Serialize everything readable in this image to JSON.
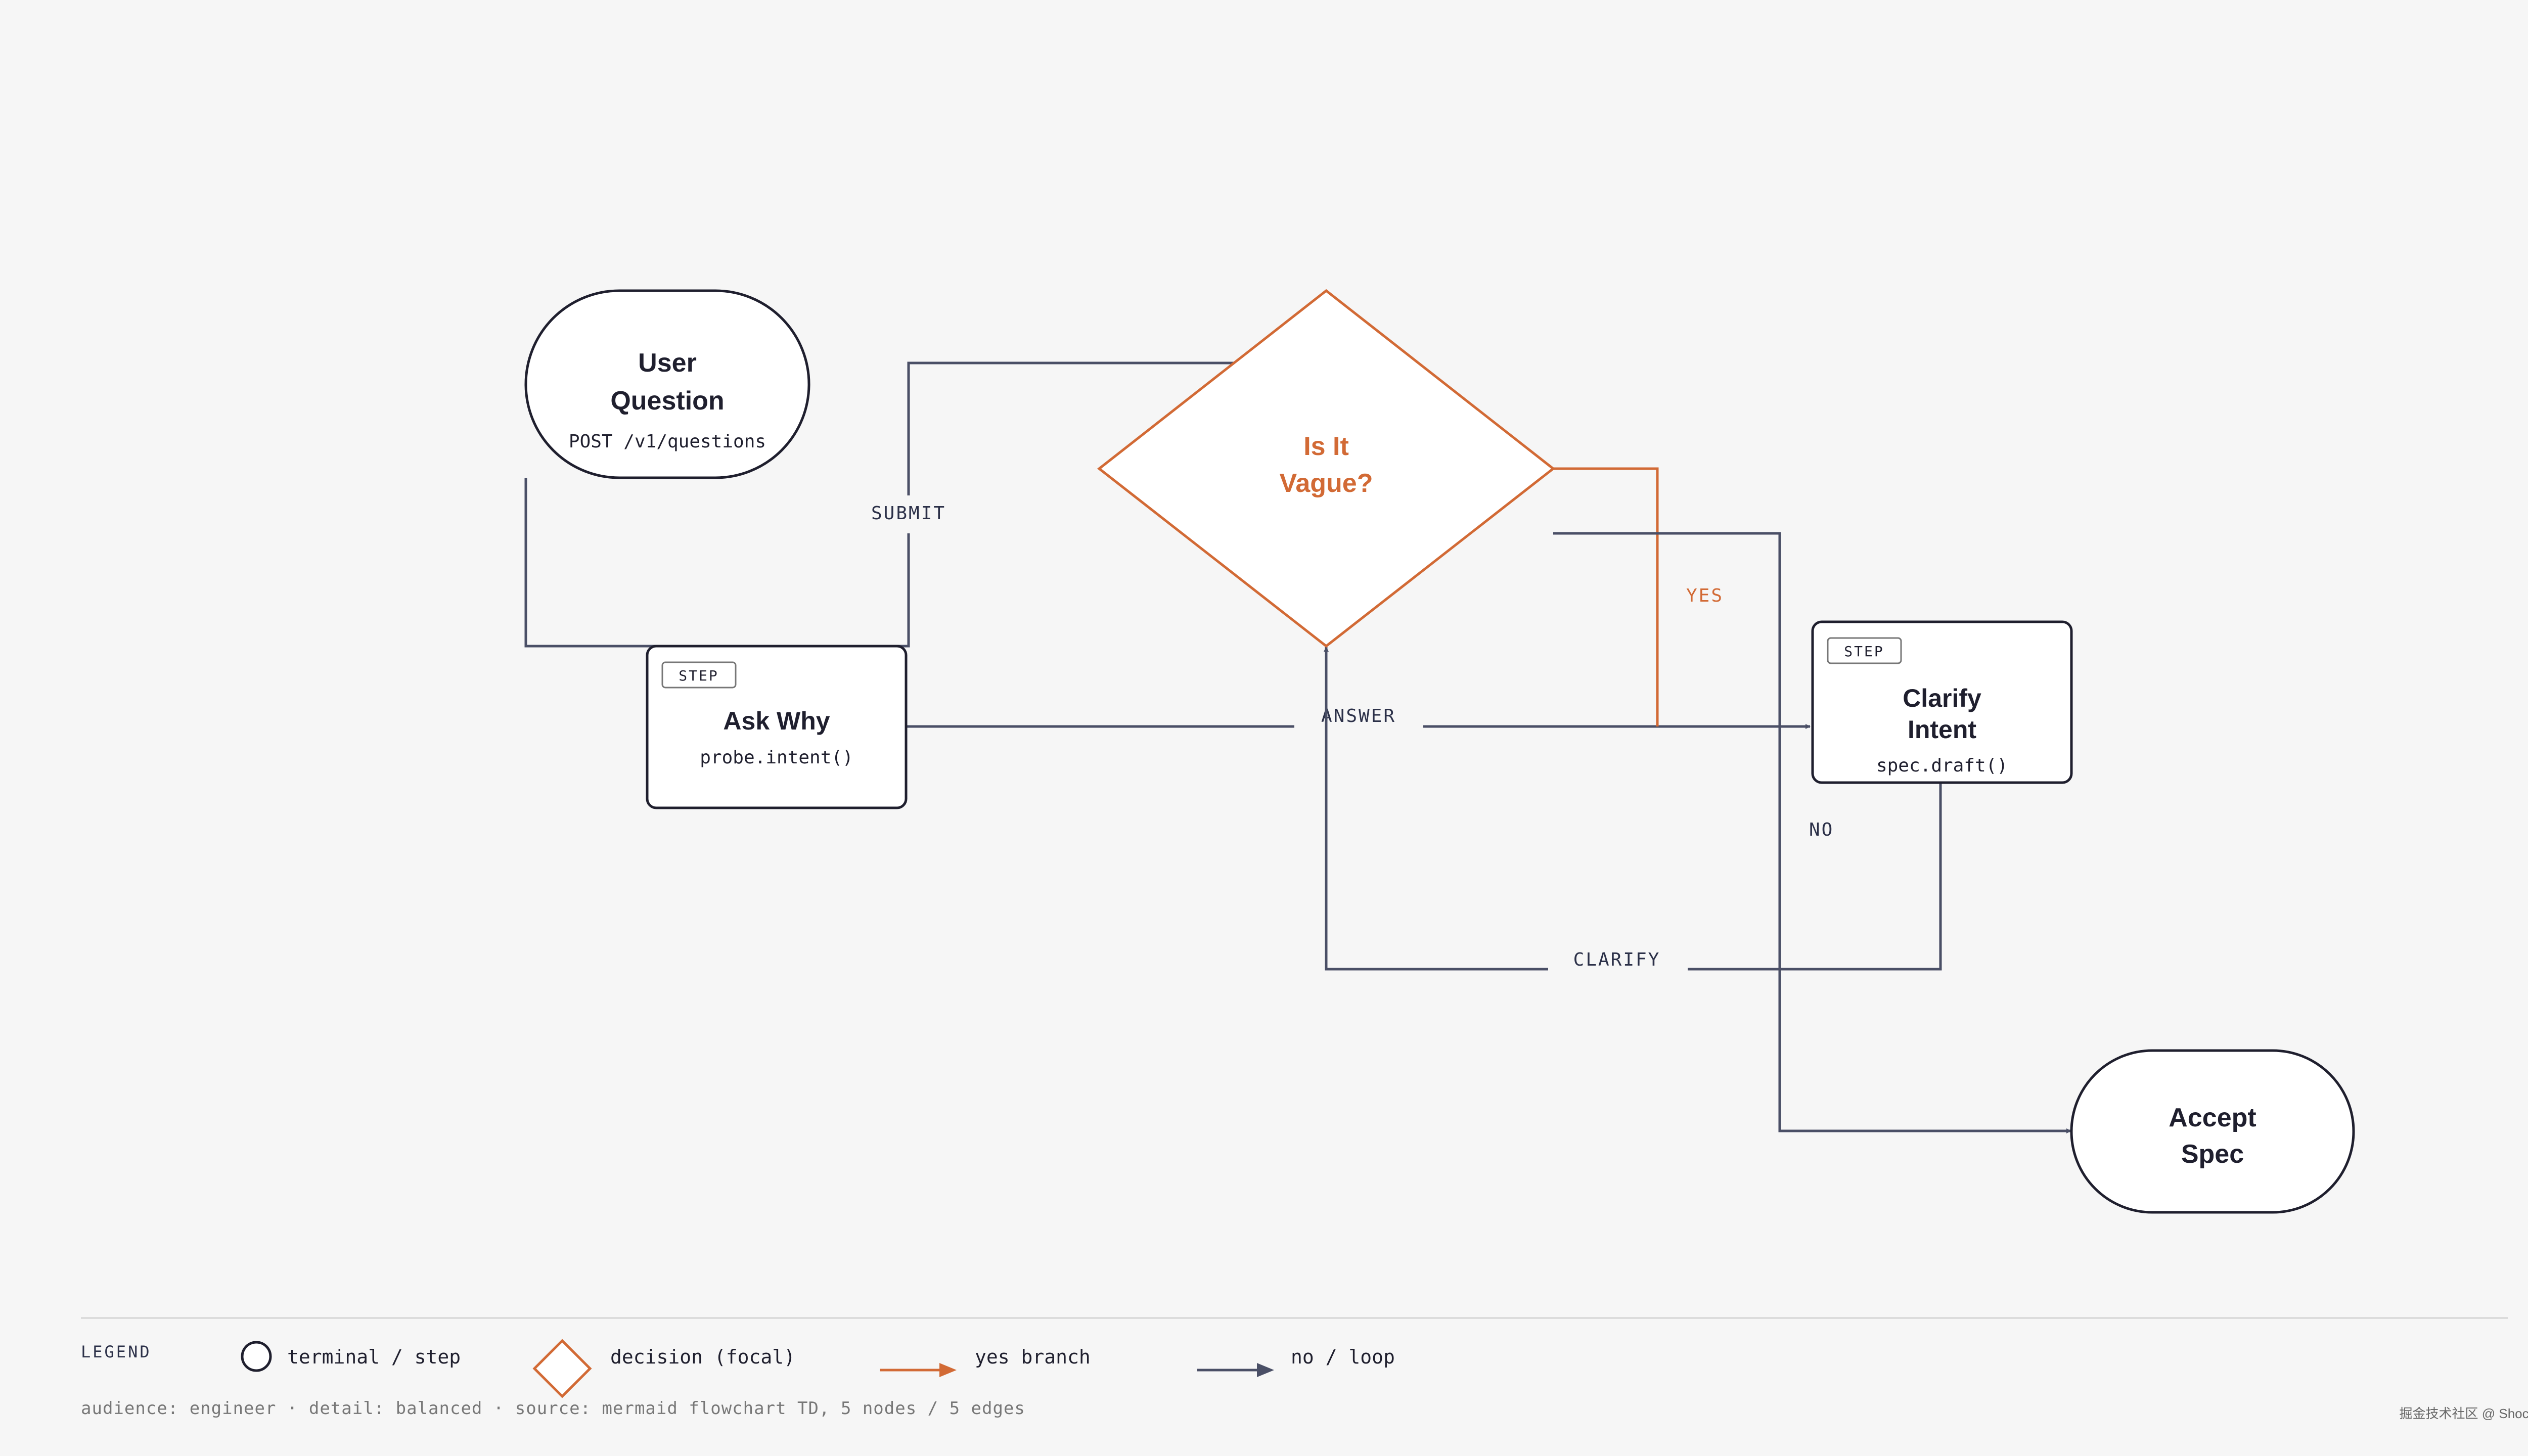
{
  "colors": {
    "background": "#f6f6f6",
    "ink": "#1f1f2e",
    "edge": "#4a4f66",
    "accent": "#d26a35",
    "node_fill": "#ffffff",
    "muted": "#777777"
  },
  "nodes": {
    "user_question": {
      "title_1": "User",
      "title_2": "Question",
      "sub": "POST /v1/questions"
    },
    "ask_why": {
      "badge": "STEP",
      "title": "Ask Why",
      "sub": "probe.intent()"
    },
    "decision": {
      "title_1": "Is It",
      "title_2": "Vague?"
    },
    "clarify_intent": {
      "badge": "STEP",
      "title_1": "Clarify",
      "title_2": "Intent",
      "sub": "spec.draft()"
    },
    "accept_spec": {
      "title_1": "Accept",
      "title_2": "Spec"
    }
  },
  "edges": {
    "submit": "SUBMIT",
    "answer": "ANSWER",
    "yes": "YES",
    "no": "NO",
    "clarify": "CLARIFY"
  },
  "legend": {
    "title": "LEGEND",
    "terminal": "terminal / step",
    "decision": "decision (focal)",
    "yes_branch": "yes branch",
    "no_loop": "no / loop"
  },
  "footer": "audience: engineer · detail: balanced · source: mermaid flowchart TD, 5 nodes / 5 edges",
  "watermark": "掘金技术社区 @ Shockang"
}
